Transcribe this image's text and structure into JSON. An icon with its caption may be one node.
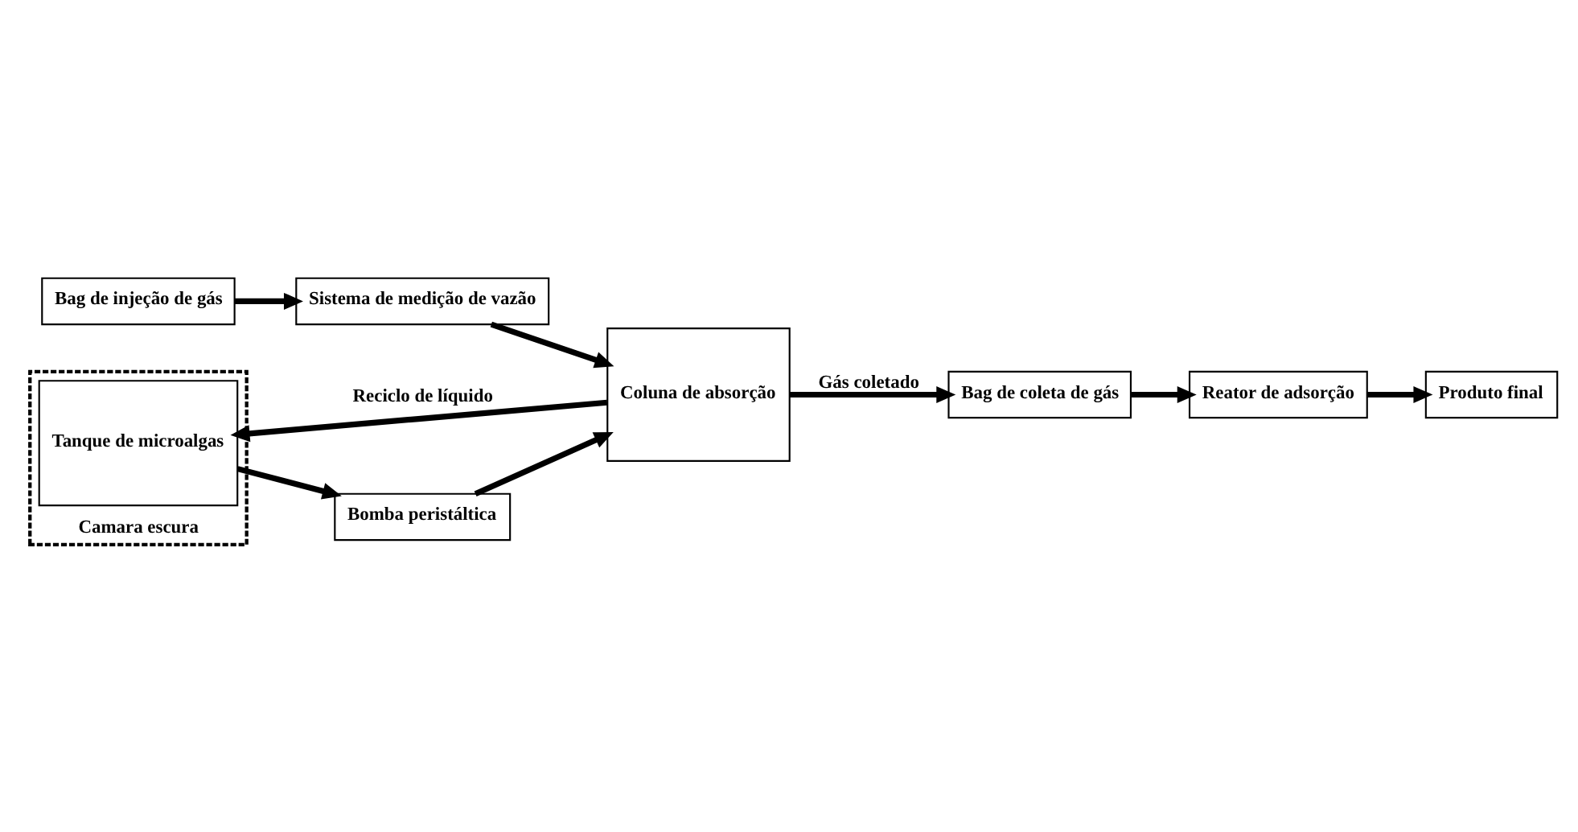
{
  "diagram": {
    "nodes": [
      {
        "text": [
          "Bag de injeção de gás"
        ]
      },
      {
        "text": [
          "Sistema de medição de vazão"
        ]
      },
      {
        "text": [
          "Coluna de absorção"
        ]
      },
      {
        "text": [
          "Bag de coleta de gás"
        ]
      },
      {
        "text": [
          "Reator de adsorção"
        ]
      },
      {
        "text": [
          "Produto final"
        ]
      },
      {
        "text": [
          "Camara escura"
        ]
      },
      {
        "text": [
          "Tanque de microalgas"
        ],
        "in": 6
      },
      {
        "text": [
          "Bomba peristáltica"
        ]
      }
    ],
    "edges": [
      {
        "from": 0,
        "to": 1,
        "arrow": "to"
      },
      {
        "from": 1,
        "to": 2,
        "arrow": "to"
      },
      {
        "from": 2,
        "to": 3,
        "arrow": "to",
        "label": "Gás coletado"
      },
      {
        "from": 3,
        "to": 4,
        "arrow": "to"
      },
      {
        "from": 4,
        "to": 5,
        "arrow": "to"
      },
      {
        "from": 2,
        "to": 7,
        "arrow": "to",
        "label": "Reciclo de líquido"
      },
      {
        "from": 7,
        "to": 8,
        "arrow": "to"
      },
      {
        "from": 8,
        "to": 2,
        "arrow": "to"
      }
    ]
  }
}
